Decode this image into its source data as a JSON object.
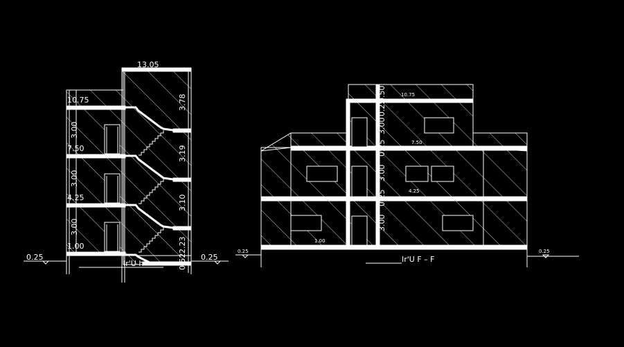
{
  "colors": {
    "background": "#000000",
    "line": "#ffffff"
  },
  "left_section": {
    "top_width": "13.05",
    "levels": [
      "10.75",
      "7.50",
      "4.25",
      "1.00"
    ],
    "floor_heights": [
      "3.00",
      "3.00",
      "3.00"
    ],
    "stair_heights": [
      "3.78",
      "3.19",
      "3.10",
      "2.23"
    ],
    "stair_base": "0.52",
    "ground_left": "0.25",
    "ground_right": "0.25",
    "caption": "Ir'U h"
  },
  "right_section": {
    "levels": [
      "10.75",
      "7.50",
      "4.25",
      "1.00"
    ],
    "vertical_dims": [
      "0.50",
      "0.25",
      "3.00",
      "0.25",
      "3.00",
      "0.25",
      "3.00"
    ],
    "ground_left": "0.25",
    "ground_right": "0.25",
    "caption": "Ir'U F – F"
  }
}
